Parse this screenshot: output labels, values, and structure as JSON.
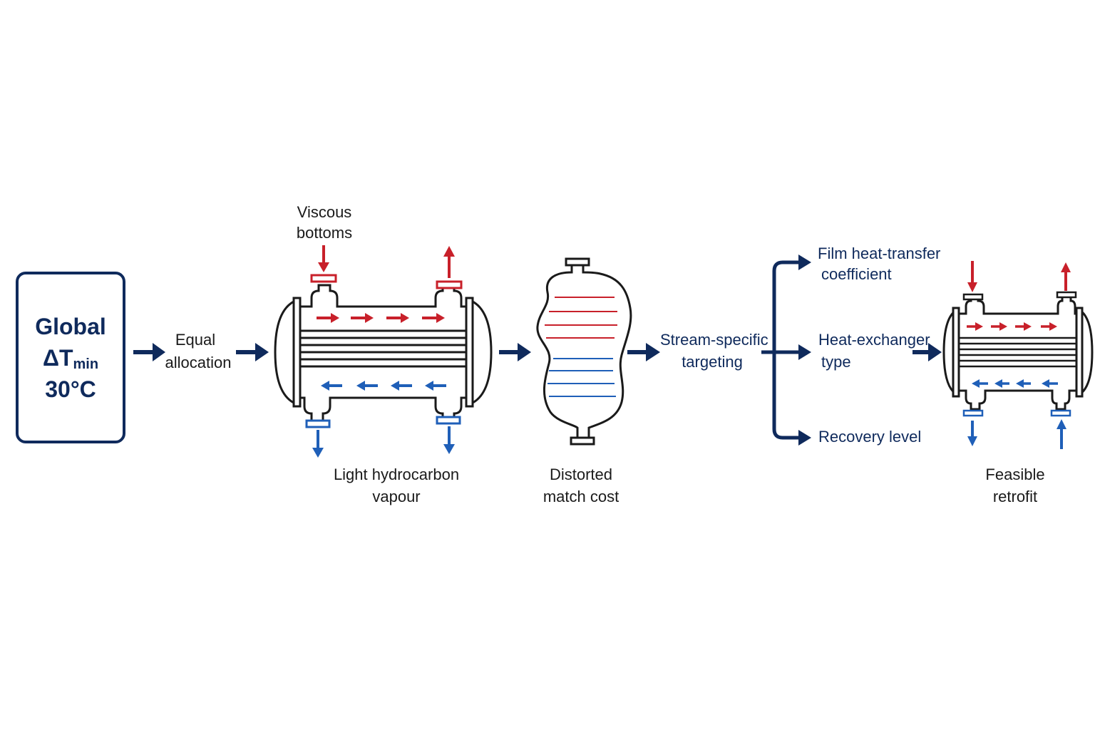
{
  "global_box": {
    "line1": "Global",
    "delta_t": "ΔT",
    "subscript": "min",
    "line3": "30°C"
  },
  "labels": {
    "equal_1": "Equal",
    "equal_2": "allocation",
    "viscous_1": "Viscous",
    "viscous_2": "bottoms",
    "light_1": "Light hydrocarbon",
    "light_2": "vapour",
    "distorted_1": "Distorted",
    "distorted_2": "match cost",
    "stream_1": "Stream-specific",
    "stream_2": "targeting",
    "film_1": "Film heat-transfer",
    "film_2": "coefficient",
    "hx_1": "Heat-exchanger",
    "hx_2": "type",
    "recovery": "Recovery level",
    "feasible_1": "Feasible",
    "feasible_2": "retrofit"
  },
  "colors": {
    "navy": "#0f2a5c",
    "hot": "#c8202a",
    "cold": "#1f5fb8",
    "outline": "#1a1a1a"
  },
  "icons": [
    "flow-arrow-icon",
    "shell-and-tube-exchanger-icon",
    "distorted-vessel-icon",
    "branch-bracket-icon"
  ]
}
